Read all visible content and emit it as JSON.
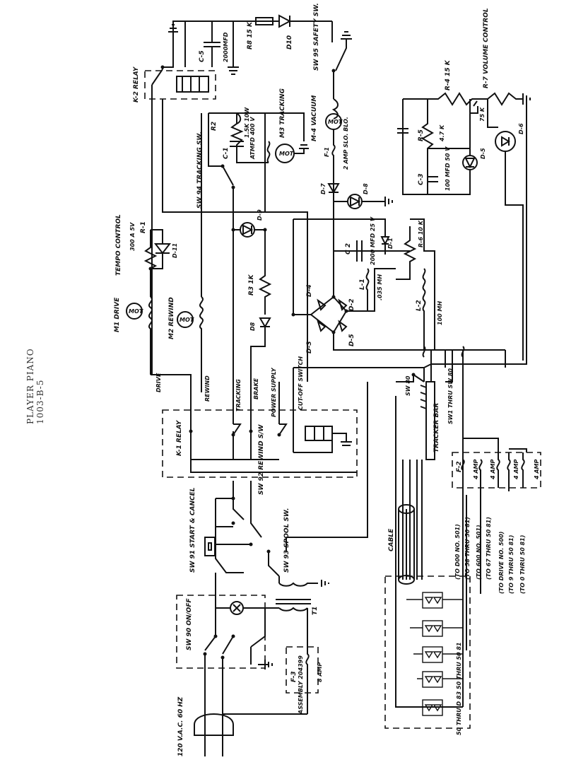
{
  "title": {
    "line1": "PLAYER PIANO",
    "line2": "1003-B-5"
  },
  "labels": {
    "k2_relay": "K-2 RELAY",
    "c5": "C-5",
    "c5_value": "2000MFD",
    "r8": "R8 15 K",
    "d10": "D10",
    "sw95": "SW 95 SAFETY SW.",
    "m4": "M-4 VACUUM",
    "m4_box": "MOT",
    "f1": "F-1",
    "f1_value": "2 AMP SLO. BLO.",
    "d7": "D-7",
    "d8": "D-8",
    "r4": "R-4 15 K",
    "r7": "R-7 VOLUME CONTROL",
    "r7_value": "75 K",
    "r5": "R-5",
    "r5_value": "4.7 K",
    "d5": "D-5",
    "d6": "D-6",
    "c3": "C-3",
    "c3_value": "100 MFD 50 V",
    "r2": "R2",
    "r2_value": "1.5K 10W",
    "c1": "C-1",
    "c1_value": "ATMFD 400 V",
    "m3": "M3 TRACKING",
    "m3_box": "MOT",
    "sw94": "SW 94 TRACKING SW.",
    "d9": "D-9",
    "tempo": "TEMPO CONTROL",
    "r1": "R-1",
    "r1_value": "300 A 5V",
    "d11": "D-11",
    "m1": "M1 DRIVE",
    "m1_box": "MOT",
    "m2": "M2 REWIND",
    "m2_box": "MOT",
    "r3": "R3 1K",
    "d8b": "D8",
    "c2": "C 2",
    "c2_value": "2000 MFD 25 V",
    "d1": "D-1",
    "r6": "R-6 10 K",
    "d4": "D-4",
    "d3": "D-3",
    "d2": "D-2",
    "d5b": "D-5",
    "l1": "L-1",
    "l1_value": ".035 MH",
    "l2": "L-2",
    "l2_value": "100 MH",
    "k1_drive": "DRIVE",
    "k1_rewind": "REWIND",
    "k1_tracking": "TRACKING",
    "k1_brake": "BRAKE",
    "k1_power": "POWER SUPPLY",
    "k1_cutoff": "CUT-OFF SWITCH",
    "k1_relay": "K-1 RELAY",
    "sw80": "SW 80",
    "sw1": "SW1 THRU SW 80",
    "tracker": "TRACKER BAR",
    "sw92": "SW 92 REWIND S/W",
    "sw91": "SW 91 START & CANCEL",
    "sw93": "SW 93 SPOOL SW.",
    "t1": "T1",
    "sw90": "SW 90 ON/OFF",
    "f3": "F-3",
    "f3_value": "8 AMP",
    "assembly": "ASSEMBLY 204399",
    "plug": "120 V.A.C. 60 HZ",
    "cable": "CABLE",
    "f2": "F-2",
    "fuse4a": "4 AMP",
    "note1": "(TO D00 NO. 501)",
    "note2": "(TO 58 THRU 50 81)",
    "note3": "(TO 600 NO. 501)",
    "note4": "(TO 67 THRU 50 81)",
    "note5": "(TO DRIVE NO. 500)",
    "note6": "(TO 9 THRU 50 81)",
    "note7": "(TO 0 THRU 50 81)",
    "diodes_note1": "50 THRU 50 81",
    "diodes_note2": "50 THRU D 83"
  }
}
